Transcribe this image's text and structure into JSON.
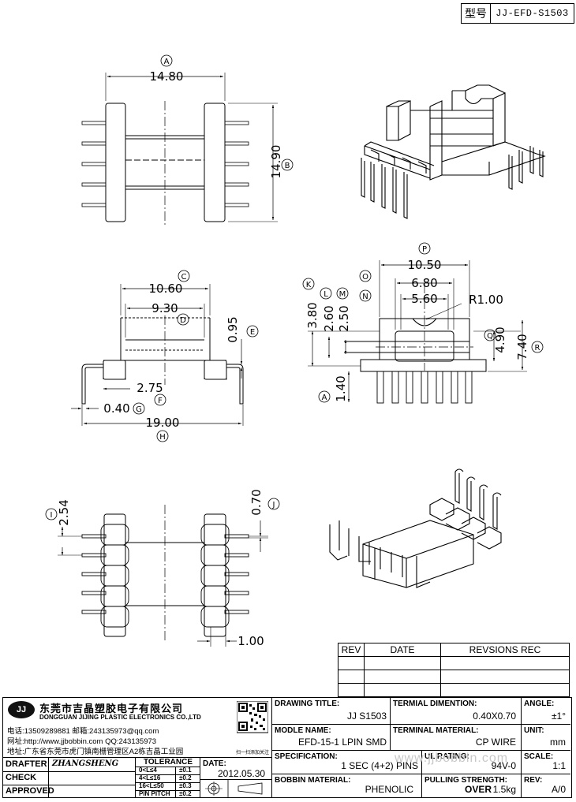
{
  "header": {
    "label": "型号",
    "model": "JJ-EFD-S1503"
  },
  "dims": {
    "A": "A",
    "B": "B",
    "C": "C",
    "D": "D",
    "E": "E",
    "F": "F",
    "G": "G",
    "H": "H",
    "I": "I",
    "J": "J",
    "K": "K",
    "L": "L",
    "M": "M",
    "N": "N",
    "O": "O",
    "P": "P",
    "Q": "Q",
    "R": "R",
    "v1480": "14.80",
    "v1490": "14.90",
    "v1060": "10.60",
    "v930": "9.30",
    "v095": "0.95",
    "v275": "2.75",
    "v040": "0.40",
    "v1900": "19.00",
    "v1050": "10.50",
    "v680": "6.80",
    "v560": "5.60",
    "r100": "R1.00",
    "v380": "3.80",
    "v260": "2.60",
    "v250": "2.50",
    "v490": "4.90",
    "v740": "7.40",
    "v140": "1.40",
    "v254": "2.54",
    "v070": "0.70",
    "v100": "1.00"
  },
  "revision": {
    "col_rev": "REV",
    "col_date": "DATE",
    "col_rec": "REVSIONS REC"
  },
  "company": {
    "logo": "JJ",
    "name_cn": "东莞市吉晶塑胶电子有限公司",
    "name_en": "DONGGUAN JIJING PLASTIC ELECTRONICS CO.,LTD",
    "line1": "电话:13509289881  邮箱:243135973@qq.com",
    "line2": "网址:http://www.jjbobbin.com  QQ:243135973",
    "line3": "地址:广东省东莞市虎门镇南栅管理区A2栋吉晶工业园",
    "qr_caption": "扫一扫添加关注"
  },
  "titleblock": {
    "drawing_title_label": "DRAWING TITLE:",
    "drawing_title": "JJ  S1503",
    "terminal_dim_label": "TERMIAL DIMENTION:",
    "terminal_dim": "0.40X0.70",
    "angle_label": "ANGLE:",
    "angle": "±1°",
    "model_label": "MODLE NAME:",
    "model": "EFD-15-1 LPIN SMD",
    "terminal_mat_label": "TERMINAL MATERIAL:",
    "terminal_mat": "CP WIRE",
    "unit_label": "UNIT:",
    "unit": "mm",
    "spec_label": "SPECIFICATION:",
    "spec": "1 SEC (4+2) PINS",
    "ul_label": "UL RATING:",
    "ul": "94V-0",
    "scale_label": "SCALE:",
    "scale": "1:1",
    "bobbin_label": "BOBBIN  MATERIAL:",
    "bobbin": "PHENOLIC",
    "pull_label": "PULLING STRENGTH:",
    "pull_over": "OVER",
    "pull": "1.5kg",
    "rev_label": "REV:",
    "rev": "A/0",
    "drafter_label": "DRAFTER",
    "drafter": "ZHANGSHENG",
    "check_label": "CHECK",
    "approved_label": "APPROVED",
    "tolerance_label": "TOLERANCE",
    "tol": [
      {
        "range": "0<L≤4",
        "val": "±0.1"
      },
      {
        "range": "4<L≤16",
        "val": "±0.2"
      },
      {
        "range": "16<L≤50",
        "val": "±0.3"
      },
      {
        "range": "PIN PITCH",
        "val": "±0.2"
      }
    ],
    "date_label": "DATE:",
    "date": "2012.05.30"
  },
  "watermark": "www.jjbobbin.com"
}
